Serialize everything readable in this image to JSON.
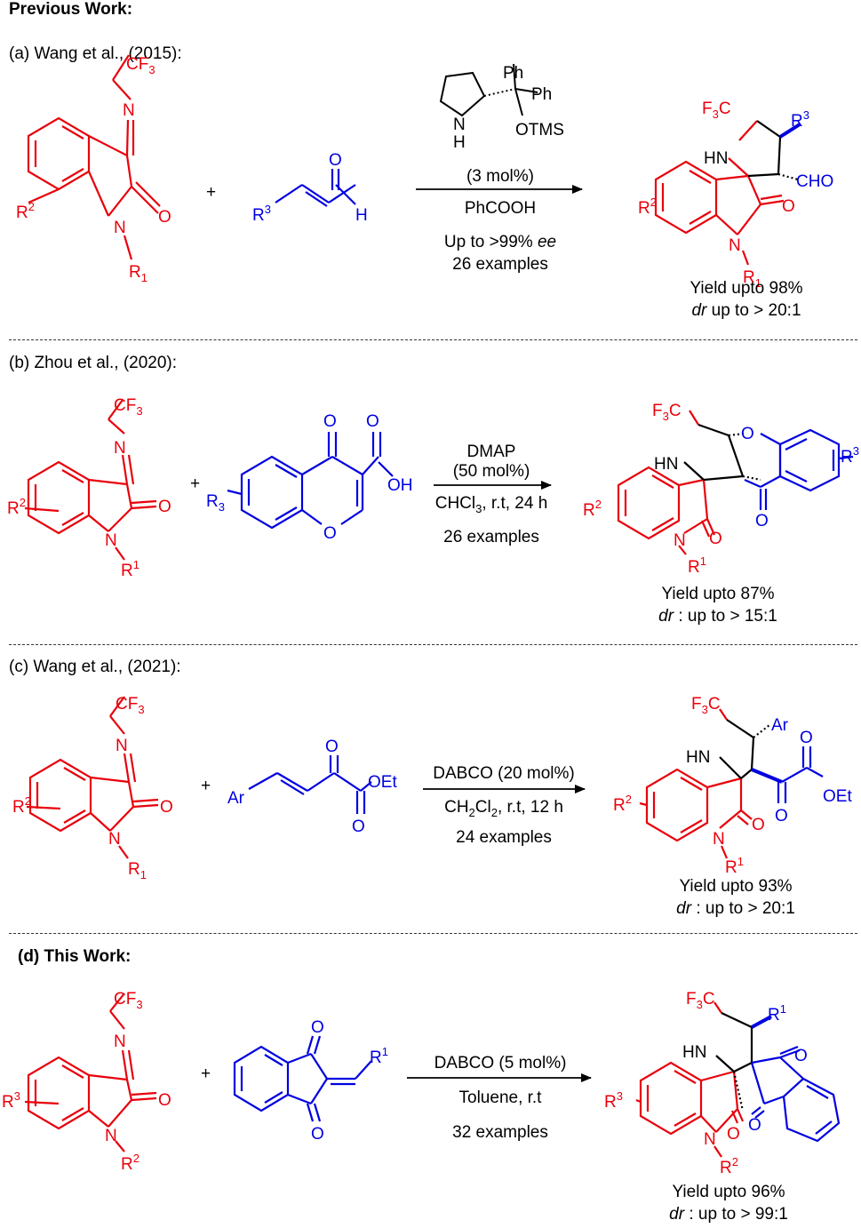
{
  "header": {
    "previous_work": "Previous Work:"
  },
  "colors": {
    "reactant_red": "#e8000b",
    "reagent_blue": "#0000e0",
    "ink": "#000000"
  },
  "panels": [
    {
      "title": "(a) Wang et al., (2015):",
      "catalyst_groups": [
        "Ph",
        "Ph",
        "OTMS",
        "N",
        "H"
      ],
      "conditions": [
        "(3 mol%)",
        "PhCOOH",
        "Up to >99% ",
        "26 examples"
      ],
      "conditions_ee": "ee",
      "yield": "Yield upto 98%",
      "dr_label": "dr",
      "dr_value": " up to > 20:1",
      "labels": {
        "cf3": "CF",
        "cf3_sub": "3",
        "n": "N",
        "o": "O",
        "r_aryl": "R",
        "r_aryl_sup": "2",
        "r_n": "R",
        "r_n_sub": "1",
        "r_alkene": "R",
        "r_alkene_sup": "3",
        "h": "H",
        "plus": "+",
        "prod_cf3": "F",
        "prod_cf3_sub": "3",
        "prod_cf3_tail": "C",
        "prod_r3": "R",
        "prod_r3_sup": "3",
        "prod_hn": "HN",
        "prod_cho": "CHO"
      }
    },
    {
      "title": "(b) Zhou et al., (2020):",
      "conditions": [
        "DMAP",
        "(50 mol%)",
        "CHCl",
        "3",
        ", r.t, 24 h",
        "26 examples"
      ],
      "yield": "Yield upto 87%",
      "dr_label": "dr",
      "dr_value": " : up to > 15:1",
      "labels": {
        "cf3": "CF",
        "cf3_sub": "3",
        "n": "N",
        "o": "O",
        "r_aryl": "R",
        "r_aryl_sup": "2",
        "r_n": "R",
        "r_n_sup": "1",
        "r3": "R",
        "r3_sub": "3",
        "oh": "OH",
        "plus": "+",
        "prod_cf3": "F",
        "prod_cf3_sub": "3",
        "prod_cf3_tail": "C",
        "prod_hn": "HN",
        "prod_r3": "R",
        "prod_r3_sup": "3"
      }
    },
    {
      "title": "(c) Wang et al., (2021):",
      "conditions": [
        "DABCO (20 mol%)",
        "CH",
        "2",
        "Cl",
        "2",
        ", r.t, 12 h",
        "24 examples"
      ],
      "yield": "Yield upto 93%",
      "dr_label": "dr",
      "dr_value": " : up to > 20:1",
      "labels": {
        "cf3": "CF",
        "cf3_sub": "3",
        "n": "N",
        "o": "O",
        "r_aryl": "R",
        "r_aryl_sup": "2",
        "r_n": "R",
        "r_n_sub": "1",
        "ar": "Ar",
        "oet": "OEt",
        "plus": "+",
        "prod_cf3": "F",
        "prod_cf3_sub": "3",
        "prod_cf3_tail": "C",
        "prod_hn": "HN",
        "prod_r1": "R",
        "prod_r1_sup": "1"
      }
    },
    {
      "title": "(d) This Work:",
      "conditions": [
        "DABCO (5 mol%)",
        "Toluene, r.t",
        "32 examples"
      ],
      "yield": "Yield upto 96%",
      "dr_label": "dr",
      "dr_value": " : up to > 99:1",
      "labels": {
        "cf3": "CF",
        "cf3_sub": "3",
        "n": "N",
        "o": "O",
        "r_aryl": "R",
        "r_aryl_sup": "3",
        "r_n": "R",
        "r_n_sup": "2",
        "r1": "R",
        "r1_sup": "1",
        "plus": "+",
        "prod_cf3": "F",
        "prod_cf3_sub": "3",
        "prod_cf3_tail": "C",
        "prod_hn": "HN",
        "prod_r1": "R",
        "prod_r1_sup": "1"
      }
    }
  ]
}
